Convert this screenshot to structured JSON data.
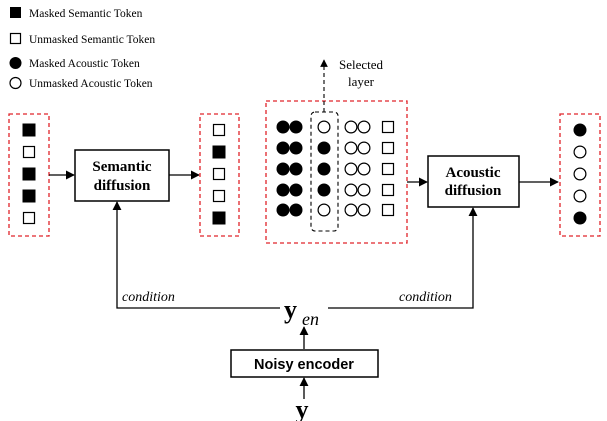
{
  "legend": [
    {
      "shape": "filled-square",
      "label": "Masked Semantic Token"
    },
    {
      "shape": "open-square",
      "label": "Unmasked Semantic Token"
    },
    {
      "shape": "filled-circle",
      "label": "Masked Acoustic Token"
    },
    {
      "shape": "open-circle",
      "label": "Unmasked Acoustic Token"
    }
  ],
  "nodes": {
    "semantic": {
      "line1": "Semantic",
      "line2": "diffusion"
    },
    "acoustic": {
      "line1": "Acoustic",
      "line2": "diffusion"
    },
    "encoder": "Noisy encoder"
  },
  "selected_layer": {
    "line1": "Selected",
    "line2": "layer"
  },
  "condition_left": "condition",
  "condition_right": "condition",
  "y_en": {
    "main": "y",
    "sub": "en"
  },
  "y_input": "y",
  "semantic_input_tokens": [
    1,
    0,
    1,
    1,
    0
  ],
  "semantic_output_tokens": [
    0,
    1,
    0,
    0,
    1
  ],
  "acoustic_output_tokens": [
    1,
    0,
    0,
    0,
    1
  ],
  "acoustic_grid": {
    "rows": 5,
    "col1": [
      1,
      1,
      1,
      1,
      1
    ],
    "col2": [
      1,
      1,
      1,
      1,
      1
    ],
    "selected": [
      0,
      1,
      1,
      1,
      0
    ],
    "col4": [
      0,
      0,
      0,
      0,
      0
    ],
    "col5": [
      0,
      0,
      0,
      0,
      0
    ],
    "squares": [
      0,
      0,
      0,
      0,
      0
    ]
  }
}
